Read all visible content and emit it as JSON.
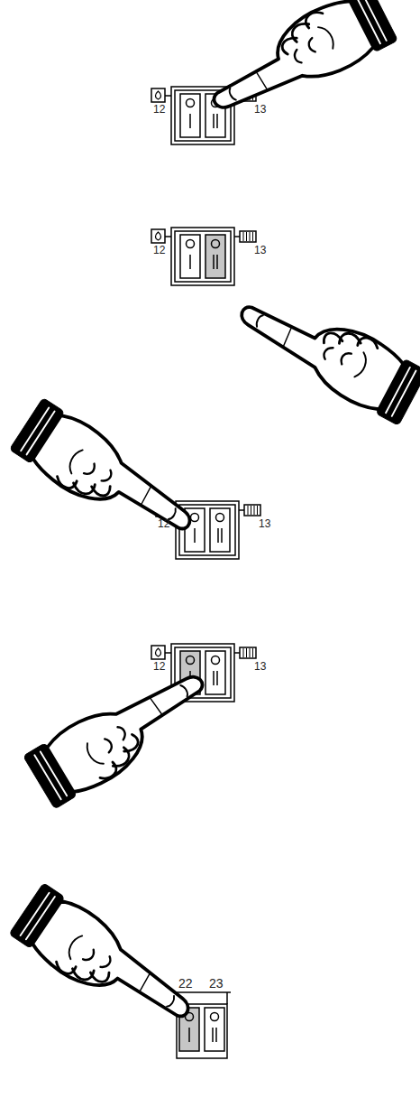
{
  "diagram": {
    "labels": [
      "12",
      "13",
      "12",
      "13",
      "12",
      "13",
      "12",
      "13",
      "22",
      "23"
    ]
  }
}
